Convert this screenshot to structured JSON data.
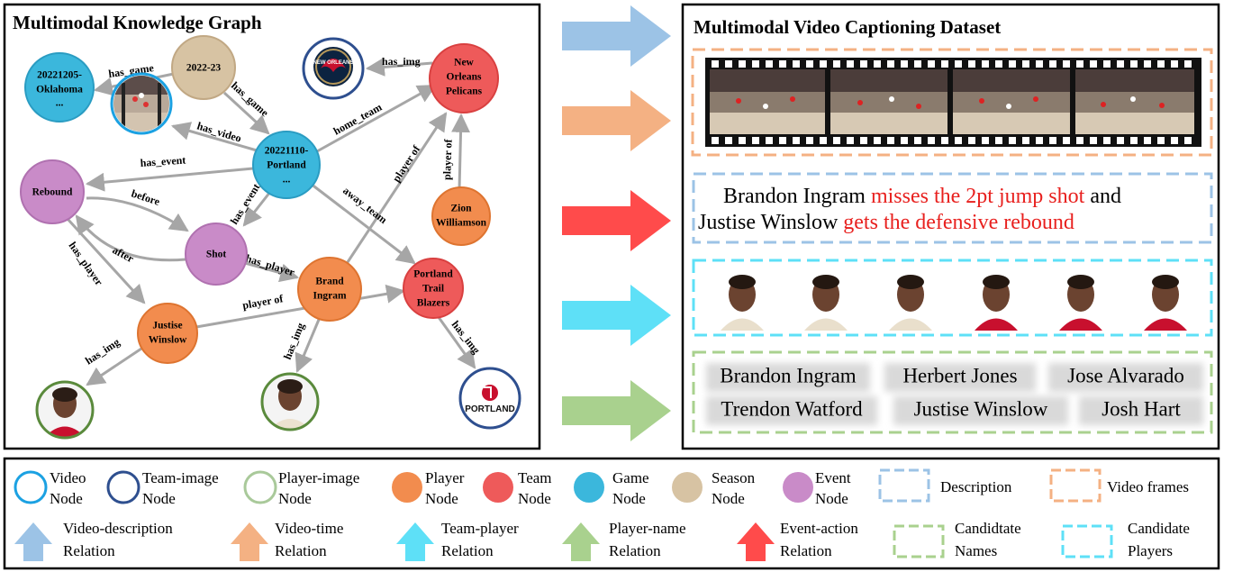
{
  "knowledge_graph": {
    "title": "Multimodal Knowledge Graph",
    "nodes": {
      "game_oklahoma": [
        "20221205-",
        "Oklahoma",
        "..."
      ],
      "season": [
        "2022-23"
      ],
      "pelicans_logo_text": "NEW ORLEANS",
      "team_pelicans": [
        "New",
        "Orleans",
        "Pelicans"
      ],
      "game_portland": [
        "20221110-",
        "Portland",
        "..."
      ],
      "event_rebound": [
        "Rebound"
      ],
      "event_shot": [
        "Shot"
      ],
      "player_zion": [
        "Zion",
        "Williamson"
      ],
      "player_ingram": [
        "Brand",
        "Ingram"
      ],
      "team_blazers": [
        "Portland",
        "Trail",
        "Blazers"
      ],
      "player_winslow": [
        "Justise",
        "Winslow"
      ],
      "blazers_logo_text": "PORTLAND"
    },
    "edges": {
      "has_game_1": "has_game",
      "has_game_2": "has_game",
      "has_img_pelicans": "has_img",
      "home_team": "home_team",
      "has_video": "has_video",
      "player_of_zion": "player of",
      "player_of_ingram": "player of",
      "has_event_rebound": "has_event",
      "has_event_shot": "has_event",
      "before": "before",
      "after": "after",
      "away_team": "away_team",
      "has_player_shot": "has_player",
      "has_player_rebound": "has_player",
      "player_of_winslow": "player of",
      "has_img_winslow": "has_img",
      "has_img_ingram": "has_img",
      "has_img_blazers": "has_img"
    }
  },
  "dataset": {
    "title": "Multimodal Video Captioning Dataset",
    "description": {
      "line1_a": "Brandon Ingram ",
      "line1_red": "misses the 2pt jump shot",
      "line1_b": " and",
      "line2_a": "Justise Winslow ",
      "line2_red": "gets the defensive rebound"
    },
    "candidate_names": [
      "Brandon Ingram",
      "Herbert Jones",
      "Jose Alvarado",
      "Trendon Watford",
      "Justise Winslow",
      "Josh Hart"
    ]
  },
  "legend": {
    "items": [
      {
        "line1": "Video",
        "line2": "Node"
      },
      {
        "line1": "Team-image",
        "line2": "Node"
      },
      {
        "line1": "Player-image",
        "line2": "Node"
      },
      {
        "line1": "Player",
        "line2": "Node"
      },
      {
        "line1": "Team",
        "line2": "Node"
      },
      {
        "line1": "Game",
        "line2": "Node"
      },
      {
        "line1": "Season",
        "line2": "Node"
      },
      {
        "line1": "Event",
        "line2": "Node"
      },
      {
        "line1": "Description",
        "line2": ""
      },
      {
        "line1": "Video frames",
        "line2": ""
      },
      {
        "line1": "Video-description",
        "line2": "Relation"
      },
      {
        "line1": "Video-time",
        "line2": "Relation"
      },
      {
        "line1": "Team-player",
        "line2": "Relation"
      },
      {
        "line1": "Player-name",
        "line2": "Relation"
      },
      {
        "line1": "Event-action",
        "line2": "Relation"
      },
      {
        "line1": "Candidtate",
        "line2": "Names"
      },
      {
        "line1": "Candidate",
        "line2": "Players"
      }
    ]
  },
  "colors": {
    "video": "#1ba1e2",
    "team_image": "#2e4f8f",
    "player_image": "#5a8a3c",
    "player": "#f28c4e",
    "team": "#ee5a5a",
    "game": "#3bb7dc",
    "season": "#d7c3a3",
    "event": "#c98bc8",
    "arrow_blue": "#9cc3e6",
    "arrow_orange": "#f4b183",
    "arrow_red": "#ff4b4b",
    "arrow_cyan": "#5ee0f7",
    "arrow_green": "#a9d18e",
    "desc_red": "#e8201e"
  }
}
